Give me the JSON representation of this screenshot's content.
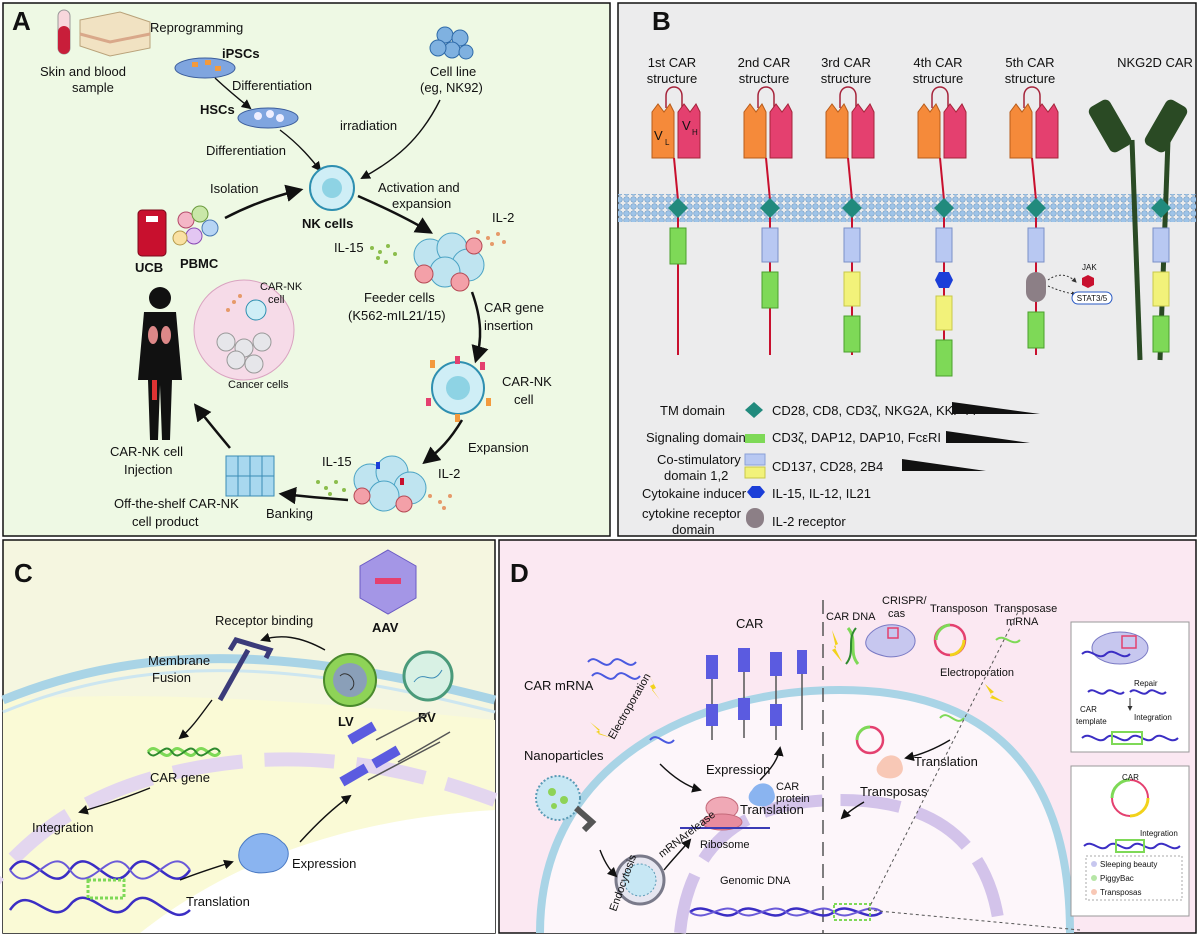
{
  "panel_a": {
    "letter": "A",
    "skin_blood": [
      "Skin and blood",
      "sample"
    ],
    "reprogramming": "Reprogramming",
    "ipscs": "iPSCs",
    "differentiation1": "Differentiation",
    "hscs": "HSCs",
    "differentiation2": "Differentiation",
    "cell_line": [
      "Cell line",
      "(eg, NK92)"
    ],
    "irradiation": "irradiation",
    "isolation": "Isolation",
    "nk_cells": "NK cells",
    "ucb": "UCB",
    "pbmc": "PBMC",
    "activation": [
      "Activation and",
      "expansion"
    ],
    "il2_top": "IL-2",
    "il15_top": "IL-15",
    "feeder": [
      "Feeder cells",
      "(K562-mIL21/15)"
    ],
    "car_nk_cell_small": [
      "CAR-NK",
      "cell"
    ],
    "cancer_cells": "Cancer cells",
    "car_gene_insertion": [
      "CAR gene",
      "insertion"
    ],
    "car_nk_cell": [
      "CAR-NK",
      "cell"
    ],
    "expansion": "Expansion",
    "il15_bottom": "IL-15",
    "il2_bottom": "IL-2",
    "injection": [
      "CAR-NK cell",
      "Injection"
    ],
    "banking": "Banking",
    "off_the_shelf": [
      "Off-the-shelf CAR-NK",
      "cell product"
    ]
  },
  "panel_b": {
    "letter": "B",
    "headers": [
      [
        "1st CAR",
        "structure"
      ],
      [
        "2nd CAR",
        "structure"
      ],
      [
        "3rd CAR",
        "structure"
      ],
      [
        "4th CAR",
        "structure"
      ],
      [
        "5th CAR",
        "structure"
      ],
      [
        "NKG2D CAR",
        ""
      ]
    ],
    "vl": "V",
    "vl_sub": "L",
    "vh": "V",
    "vh_sub": "H",
    "jak": "JAK",
    "stat": "STAT3/5",
    "colors": {
      "vl": "#f58a3a",
      "vh": "#e4406f",
      "tm": "#218a7d",
      "signaling": "#7ed957",
      "costim": "#b8c8f2",
      "costim2": "#f2f27a",
      "cytokine_inducer": "#1b3ed8",
      "cytokine_receptor": "#8c7f86",
      "nkg2d": "#2a4a24"
    },
    "legend": [
      {
        "label": "TM domain",
        "desc": "CD28, CD8, CD3ζ, NKG2A, KKP44"
      },
      {
        "label": "Signaling domain",
        "desc": "CD3ζ, DAP12, DAP10, FcεRI"
      },
      {
        "label": "Co-stimulatory",
        "label2": "domain 1,2",
        "desc": "CD137, CD28, 2B4"
      },
      {
        "label": "Cytokaine inducer",
        "desc": "IL-15, IL-12, IL21"
      },
      {
        "label": "cytokine receptor",
        "label2": "domain",
        "desc": "IL-2 receptor"
      }
    ]
  },
  "panel_c": {
    "letter": "C",
    "aav": "AAV",
    "lv": "LV",
    "rv": "RV",
    "receptor_binding": "Receptor binding",
    "membrane_fusion": [
      "Membrane",
      "Fusion"
    ],
    "car_gene": "CAR gene",
    "integration": "Integration",
    "translation": "Translation",
    "expression": "Expression"
  },
  "panel_d": {
    "letter": "D",
    "car": "CAR",
    "car_mrna": "CAR mRNA",
    "electroporation1": "Electroporation",
    "nanoparticles": "Nanoparticles",
    "expression": "Expression",
    "car_protein": [
      "CAR",
      "protein"
    ],
    "translation1": "Translation",
    "ribosome": "Ribosome",
    "mrna_release": "mRNArelease",
    "endocytosis": "Endocytosis",
    "car_dna": "CAR DNA",
    "crispr": [
      "CRISPR/",
      "cas"
    ],
    "transposon": "Transposon",
    "transposase_mrna": [
      "Transposase",
      "mRNA"
    ],
    "electroporation2": "Electroporation",
    "translation2": "Translation",
    "transposas": "Transposas",
    "genomic_dna": "Genomic DNA",
    "repair": "Repair",
    "car_template": [
      "CAR",
      "template"
    ],
    "integration1": "Integration",
    "car_circle": "CAR",
    "integration2": "Integration",
    "inset_legend": [
      "Sleeping beauty",
      "PiggyBac",
      "Transposas"
    ]
  }
}
